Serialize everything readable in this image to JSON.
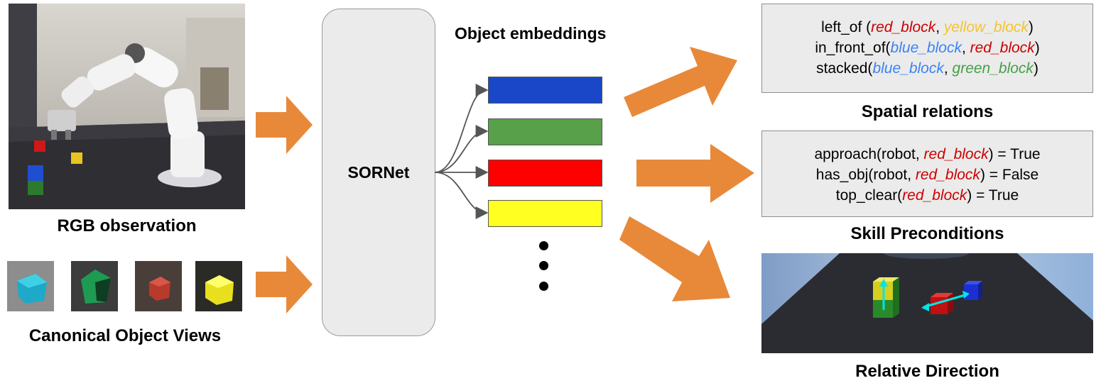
{
  "captions": {
    "rgb": "RGB observation",
    "canonical": "Canonical Object Views",
    "embeddings": "Object embeddings",
    "sornet": "SORNet",
    "spatial": "Spatial relations",
    "skill": "Skill Preconditions",
    "direction": "Relative Direction"
  },
  "spatial_lines": [
    [
      {
        "t": "left_of ("
      },
      {
        "t": "red_block",
        "c": "red"
      },
      {
        "t": ", "
      },
      {
        "t": "yellow_block",
        "c": "yellow"
      },
      {
        "t": ")"
      }
    ],
    [
      {
        "t": "in_front_of("
      },
      {
        "t": "blue_block",
        "c": "blue"
      },
      {
        "t": ", "
      },
      {
        "t": "red_block",
        "c": "red"
      },
      {
        "t": ")"
      }
    ],
    [
      {
        "t": "stacked("
      },
      {
        "t": "blue_block",
        "c": "blue"
      },
      {
        "t": ", "
      },
      {
        "t": "green_block",
        "c": "green"
      },
      {
        "t": ")"
      }
    ]
  ],
  "skill_lines": [
    [
      {
        "t": "approach(robot, "
      },
      {
        "t": "red_block",
        "c": "red"
      },
      {
        "t": ") = True"
      }
    ],
    [
      {
        "t": "has_obj(robot, "
      },
      {
        "t": "red_block",
        "c": "red"
      },
      {
        "t": ") = False"
      }
    ],
    [
      {
        "t": "top_clear("
      },
      {
        "t": "red_block",
        "c": "red"
      },
      {
        "t": ") = True"
      }
    ]
  ],
  "embedding_colors": [
    "#1a47c8",
    "#58a04a",
    "#ff0000",
    "#ffff22"
  ],
  "canonical_views": [
    "cyan-block",
    "green-block",
    "red-block",
    "yellow-block"
  ],
  "colors": {
    "arrow": "#e8893a",
    "box": "#ebebeb"
  }
}
